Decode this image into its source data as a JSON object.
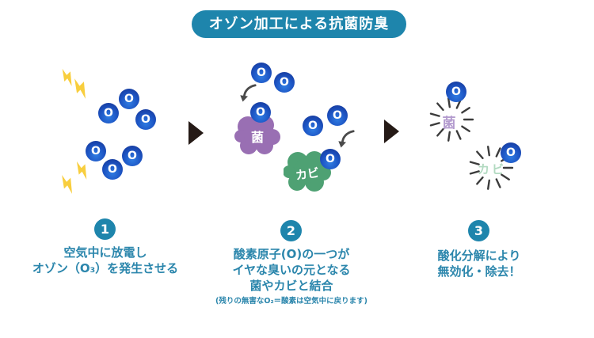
{
  "header": {
    "title": "オゾン加工による抗菌防臭"
  },
  "labels": {
    "oxygen": "O",
    "bacteria": "菌",
    "mold": "カビ",
    "bacteria_faded": "菌",
    "mold_faded": "カビ"
  },
  "steps": [
    {
      "number": "1",
      "lines": [
        "空気中に放電し",
        "オゾン（O₃）を発生させる"
      ]
    },
    {
      "number": "2",
      "lines": [
        "酸素原子(O)の一つが",
        "イヤな臭いの元となる",
        "菌やカビと結合"
      ],
      "note": "(残りの無害なO₂＝酸素は空気中に戻ります)"
    },
    {
      "number": "3",
      "lines": [
        "酸化分解により",
        "無効化・除去！"
      ]
    }
  ],
  "colors": {
    "accent_teal": "#1e85ac",
    "molecule_blue": "#1d55c4",
    "bacteria_purple": "#996fb3",
    "mold_green": "#4ea173",
    "lightning_yellow": "#f8ce3e",
    "arrow_black": "#251a16"
  }
}
